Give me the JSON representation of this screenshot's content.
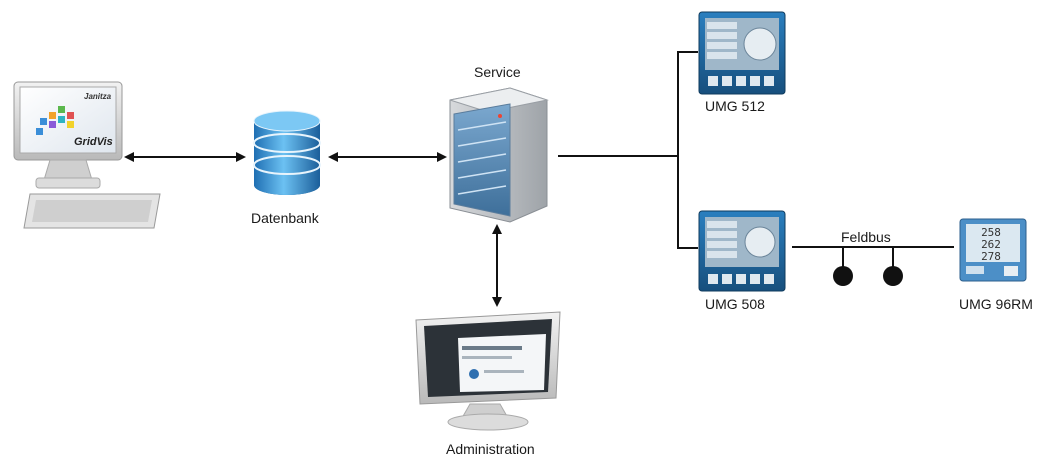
{
  "nodes": {
    "client": {
      "brand": "Janitza",
      "app_name": "GridVis"
    },
    "database": {
      "label": "Datenbank"
    },
    "service": {
      "label": "Service"
    },
    "administration": {
      "label": "Administration"
    },
    "umg512": {
      "label": "UMG 512"
    },
    "umg508": {
      "label": "UMG 508"
    },
    "umg96rm": {
      "label": "UMG 96RM",
      "readings": [
        "258",
        "262",
        "278"
      ]
    }
  },
  "bus": {
    "label": "Feldbus"
  },
  "colors": {
    "line": "#111111",
    "arrow": "#111111",
    "db_blue": "#3a8fd0",
    "panel_blue": "#1d5f95"
  }
}
